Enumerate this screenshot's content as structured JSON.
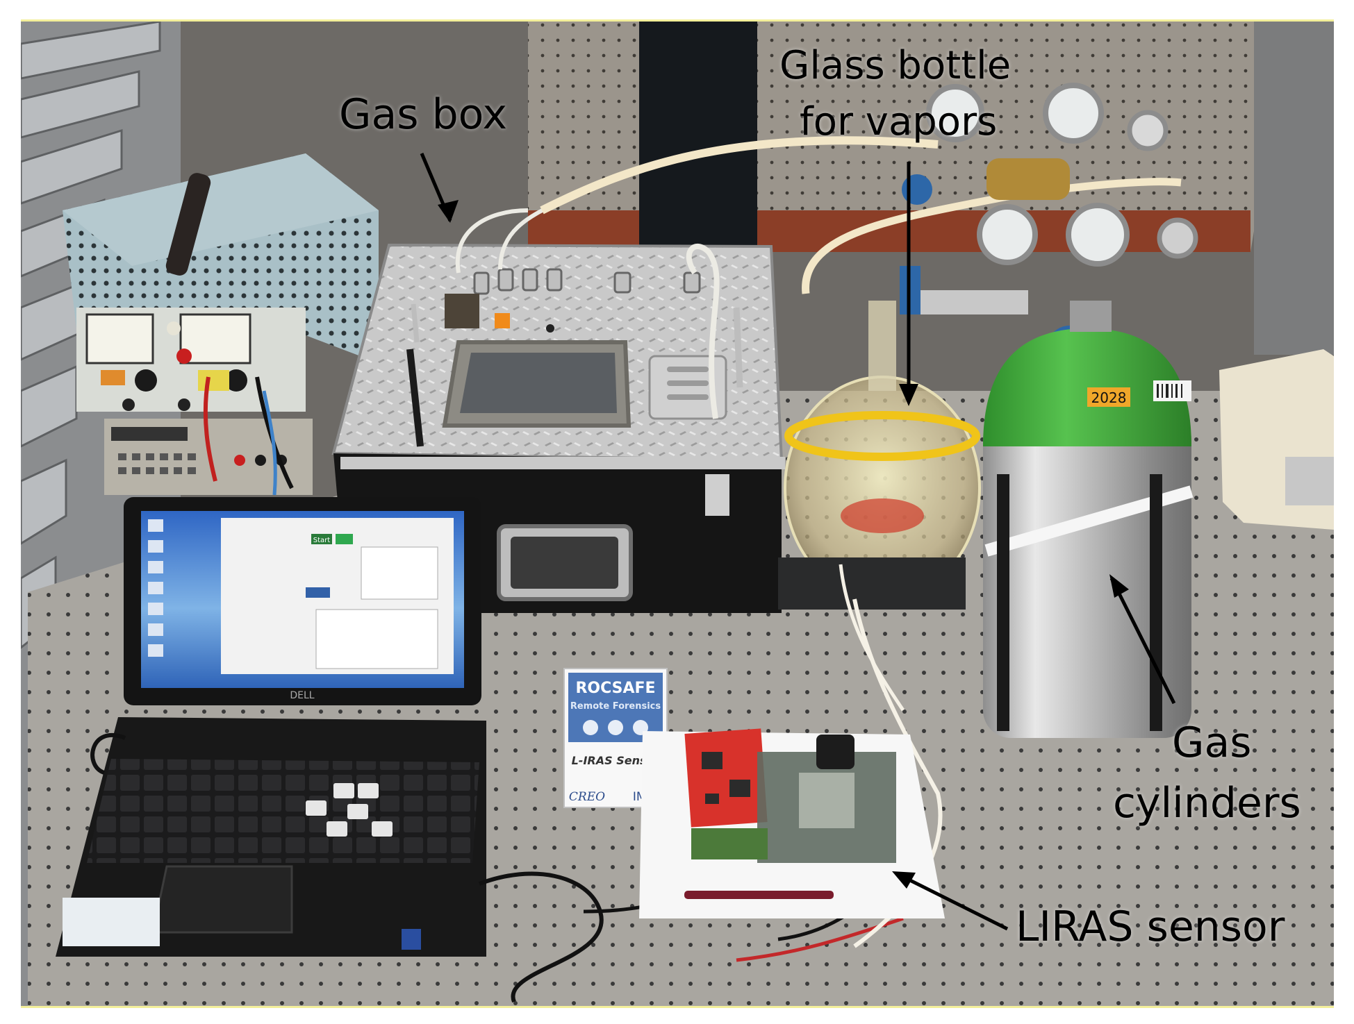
{
  "annotations": {
    "gas_box": "Gas box",
    "glass_bottle_line1": "Glass bottle",
    "glass_bottle_line2": "for vapors",
    "gas_cylinders_line1": "Gas",
    "gas_cylinders_line2": "cylinders",
    "liras_sensor": "LIRAS sensor"
  },
  "scene_text": {
    "sign_title": "ROCSAFE",
    "sign_subtitle": "Remote Forensics",
    "sign_sensor": "L-IRAS Sensor",
    "sign_logo_1": "CREO",
    "sign_logo_2": "IMM",
    "laptop_brand": "DELL",
    "software_start": "Start",
    "cylinder_tag": "2028"
  },
  "colors": {
    "frame_border": "#f3ef9a",
    "annotation_text": "#000000",
    "cylinder_green": "#3fae3a",
    "pcb_red": "#d8322b",
    "screen_blue": "#3a72c8"
  }
}
